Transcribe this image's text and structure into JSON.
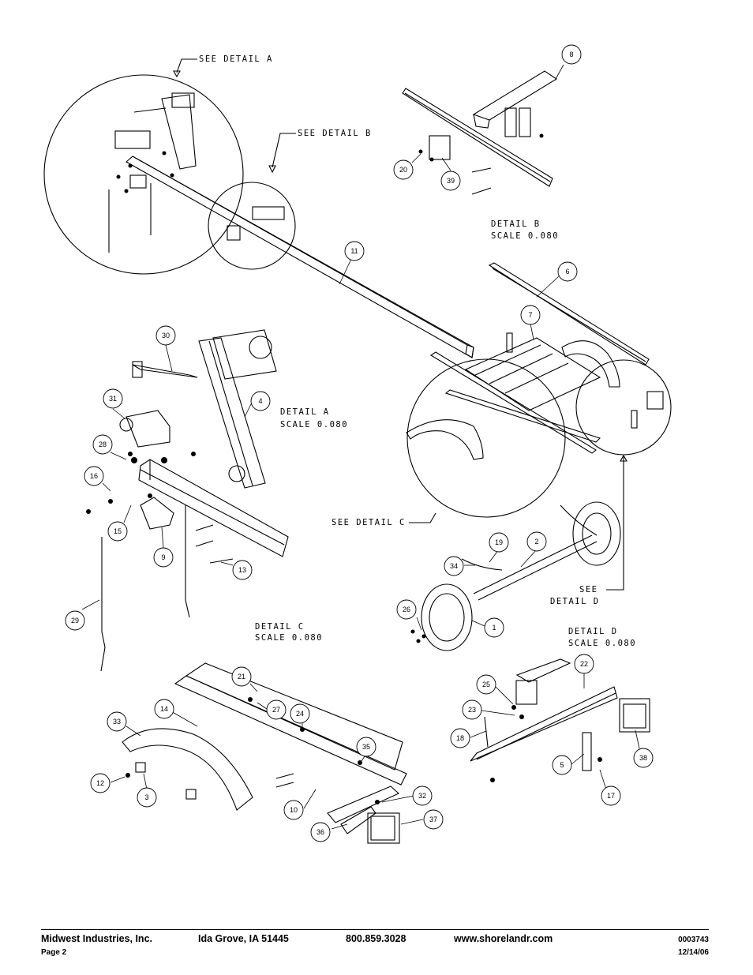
{
  "detail_labels": {
    "see_detail_a": "SEE DETAIL A",
    "see_detail_b": "SEE DETAIL B",
    "see_detail_c": "SEE DETAIL C",
    "see_detail_d_line1": "SEE",
    "see_detail_d_line2": "DETAIL D",
    "detail_a_title": "DETAIL A",
    "detail_a_scale": "SCALE 0.080",
    "detail_b_title": "DETAIL B",
    "detail_b_scale": "SCALE 0.080",
    "detail_c_title": "DETAIL C",
    "detail_c_scale": "SCALE 0.080",
    "detail_d_title": "DETAIL D",
    "detail_d_scale": "SCALE 0.080"
  },
  "callouts": [
    "8",
    "20",
    "39",
    "11",
    "6",
    "7",
    "30",
    "4",
    "31",
    "28",
    "16",
    "15",
    "9",
    "13",
    "29",
    "19",
    "2",
    "34",
    "26",
    "1",
    "21",
    "27",
    "24",
    "14",
    "33",
    "35",
    "12",
    "3",
    "10",
    "32",
    "36",
    "37",
    "25",
    "22",
    "23",
    "18",
    "5",
    "17",
    "38"
  ],
  "footer": {
    "company": "Midwest Industries, Inc.",
    "location": "Ida Grove, IA  51445",
    "phone": "800.859.3028",
    "website": "www.shorelandr.com",
    "doc_number": "0003743",
    "page": "Page 2",
    "date": "12/14/06"
  }
}
